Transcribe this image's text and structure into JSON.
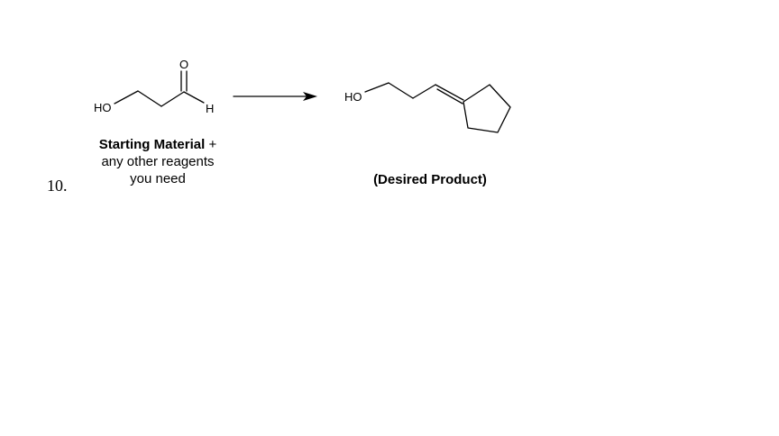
{
  "question_number": "10.",
  "starting_material": {
    "labels": {
      "hydroxyl": "HO",
      "carbonyl_oxygen": "O",
      "aldehyde_hydrogen": "H"
    },
    "caption_bold": "Starting Material",
    "caption_plus": " +",
    "caption_line2": "any other reagents",
    "caption_line3": "you need"
  },
  "product": {
    "labels": {
      "hydroxyl": "HO"
    },
    "caption": "(Desired Product)"
  },
  "colors": {
    "ink": "#000000",
    "background": "#ffffff"
  }
}
